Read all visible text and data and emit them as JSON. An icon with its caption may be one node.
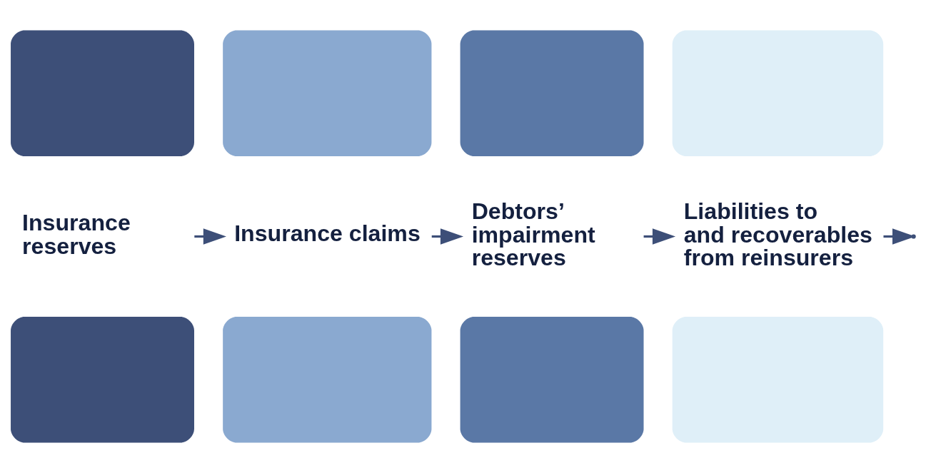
{
  "diagram": {
    "nodes": [
      {
        "text": [
          "Insurance reserves"
        ]
      },
      {
        "text": [
          "Insurance claims"
        ]
      },
      {
        "text": [
          "Debtors’ impairment reserves"
        ]
      },
      {
        "text": [
          "Liabilities to and recoverables from reinsurers"
        ]
      }
    ],
    "edges": [
      {
        "from": 0,
        "to": 1,
        "arrow": "to"
      },
      {
        "from": 1,
        "to": 2,
        "arrow": "to"
      },
      {
        "from": 2,
        "to": 3,
        "arrow": "to"
      },
      {
        "from": 3,
        "to": null,
        "arrow": "to"
      }
    ]
  }
}
